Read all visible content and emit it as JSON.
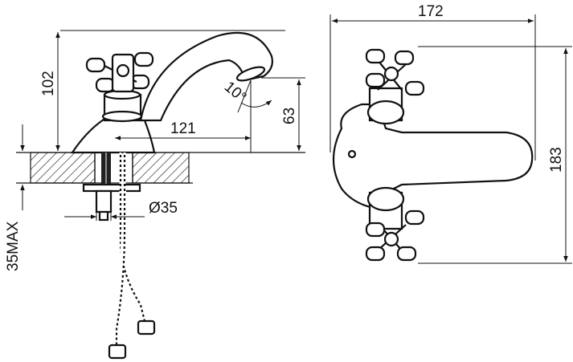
{
  "dimensions": {
    "overall_width": "172",
    "overall_depth": "183",
    "height": "102",
    "spout_reach": "121",
    "spout_height": "63",
    "spout_angle": "10°",
    "hole_diameter": "Ø35",
    "max_deck_thickness": "35MAX"
  }
}
